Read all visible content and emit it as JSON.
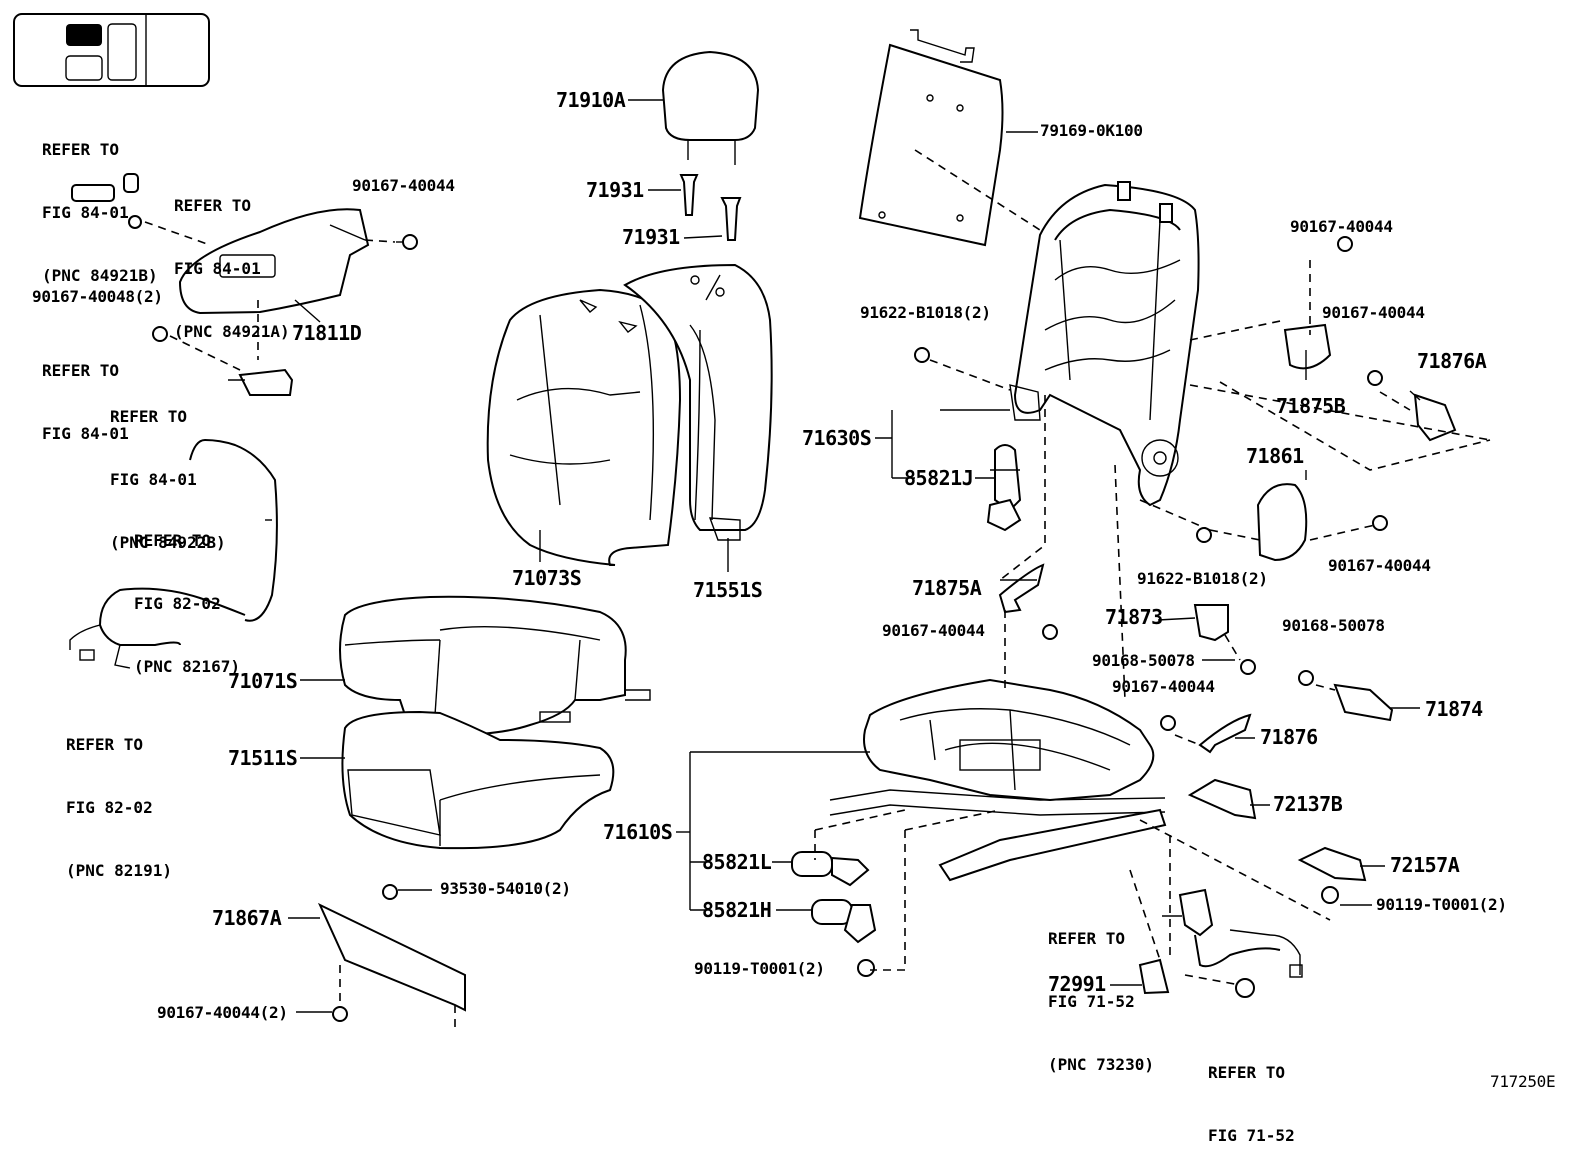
{
  "figure_id": "717250E",
  "callouts": {
    "c71910A": "71910A",
    "c71931a": "71931",
    "c71931b": "71931",
    "c79169": "79169-0K100",
    "c71811D": "71811D",
    "c90167_top": "90167-40044",
    "c90167_48": "90167-40048(2)",
    "c71073S": "71073S",
    "c71551S": "71551S",
    "c71071S": "71071S",
    "c71511S": "71511S",
    "c91622_a": "91622-B1018(2)",
    "c71630S": "71630S",
    "c85821J": "85821J",
    "c90167_r1": "90167-40044",
    "c90167_r2": "90167-40044",
    "c71876A": "71876A",
    "c71875B": "71875B",
    "c71861": "71861",
    "c91622_b": "91622-B1018(2)",
    "c90167_r3": "90167-40044",
    "c71875A": "71875A",
    "c90167_m": "90167-40044",
    "c71873": "71873",
    "c90168_a": "90168-50078",
    "c90168_b": "90168-50078",
    "c90167_n": "90167-40044",
    "c71874": "71874",
    "c71876": "71876",
    "c72137B": "72137B",
    "c72157A": "72157A",
    "c90119_r": "90119-T0001(2)",
    "c71610S": "71610S",
    "c85821L": "85821L",
    "c85821H": "85821H",
    "c90119_l": "90119-T0001(2)",
    "c72991": "72991",
    "c71867A": "71867A",
    "c93530": "93530-54010(2)",
    "c90167_b": "90167-40044(2)"
  },
  "refer_notes": {
    "r1": [
      "REFER TO",
      "FIG 84-01",
      "(PNC 84921B)"
    ],
    "r2": [
      "REFER TO",
      "FIG 84-01",
      "(PNC 84921A)"
    ],
    "r3": [
      "REFER TO",
      "FIG 84-01"
    ],
    "r4": [
      "REFER TO",
      "FIG 84-01",
      "(PNC 84922B)"
    ],
    "r5": [
      "REFER TO",
      "FIG 82-02",
      "(PNC 82167)"
    ],
    "r6": [
      "REFER TO",
      "FIG 82-02",
      "(PNC 82191)"
    ],
    "r7": [
      "REFER TO",
      "FIG 71-52",
      "(PNC 73230)"
    ],
    "r8": [
      "REFER TO",
      "FIG 71-52"
    ]
  }
}
